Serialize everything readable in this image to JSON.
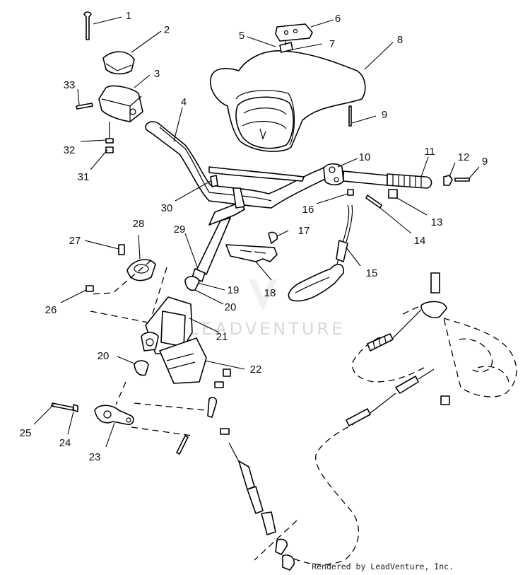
{
  "callouts": [
    "1",
    "2",
    "3",
    "4",
    "5",
    "6",
    "7",
    "8",
    "9",
    "10",
    "11",
    "12",
    "9",
    "13",
    "14",
    "15",
    "16",
    "17",
    "18",
    "19",
    "20",
    "21",
    "22",
    "20",
    "23",
    "24",
    "25",
    "26",
    "27",
    "28",
    "29",
    "30",
    "31",
    "32",
    "33"
  ],
  "watermark": "LEADVENTURE",
  "credit": "Rendered by LeadVenture, Inc.",
  "colors": {
    "line": "#000000",
    "watermark": "#d9d9d9"
  }
}
